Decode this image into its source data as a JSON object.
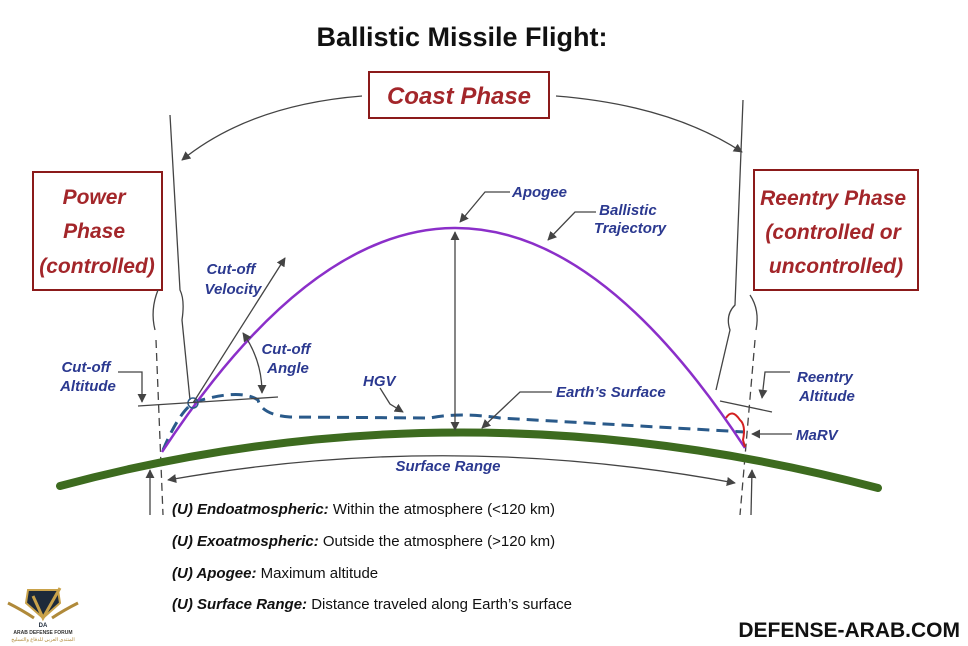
{
  "title": "Ballistic Missile Flight:",
  "phases": {
    "coast": "Coast Phase",
    "power": [
      "Power",
      "Phase",
      "(controlled)"
    ],
    "reentry": [
      "Reentry Phase",
      "(controlled or",
      "uncontrolled)"
    ]
  },
  "labels": {
    "apogee": "Apogee",
    "ballistic_trajectory": [
      "Ballistic",
      "Trajectory"
    ],
    "cutoff_velocity": [
      "Cut-off",
      "Velocity"
    ],
    "cutoff_angle": [
      "Cut-off",
      "Angle"
    ],
    "cutoff_altitude": [
      "Cut-off",
      "Altitude"
    ],
    "hgv": "HGV",
    "earths_surface": "Earth’s Surface",
    "reentry_altitude": [
      "Reentry",
      "Altitude"
    ],
    "marv": "MaRV",
    "surface_range": "Surface Range"
  },
  "notes": [
    {
      "prefix": "(U) ",
      "term": "Endoatmospheric:",
      "text": " Within the atmosphere (<120 km)"
    },
    {
      "prefix": "(U) ",
      "term": "Exoatmospheric:",
      "text": " Outside the atmosphere (>120 km)"
    },
    {
      "prefix": "(U) ",
      "term": "Apogee:",
      "text": " Maximum altitude"
    },
    {
      "prefix": "(U) ",
      "term": "Surface Range:",
      "text": " Distance traveled along Earth’s surface"
    }
  ],
  "logo": {
    "initials": "DA",
    "name": "ARAB DEFENSE FORUM",
    "arabic": "المنتدى العربي للدفاع والتسليح"
  },
  "watermark": "DEFENSE-ARAB.COM",
  "colors": {
    "trajectory": "#8b2fc9",
    "earth": "#3d6b1f",
    "hgv": "#2a5a8a",
    "label": "#2b3990",
    "phase": "#a3262a"
  }
}
